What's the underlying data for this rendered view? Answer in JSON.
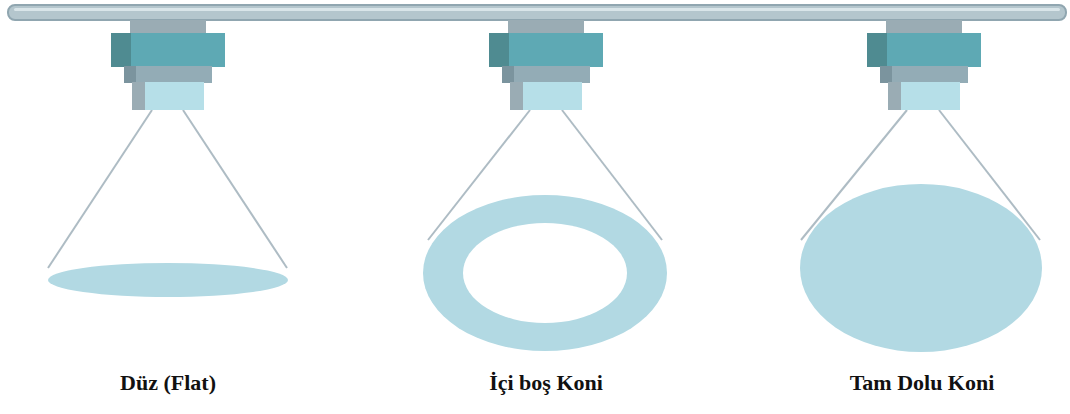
{
  "diagram": {
    "labels": [
      "Düz (Flat)",
      "İçi boş Koni",
      "Tam Dolu Koni"
    ]
  }
}
